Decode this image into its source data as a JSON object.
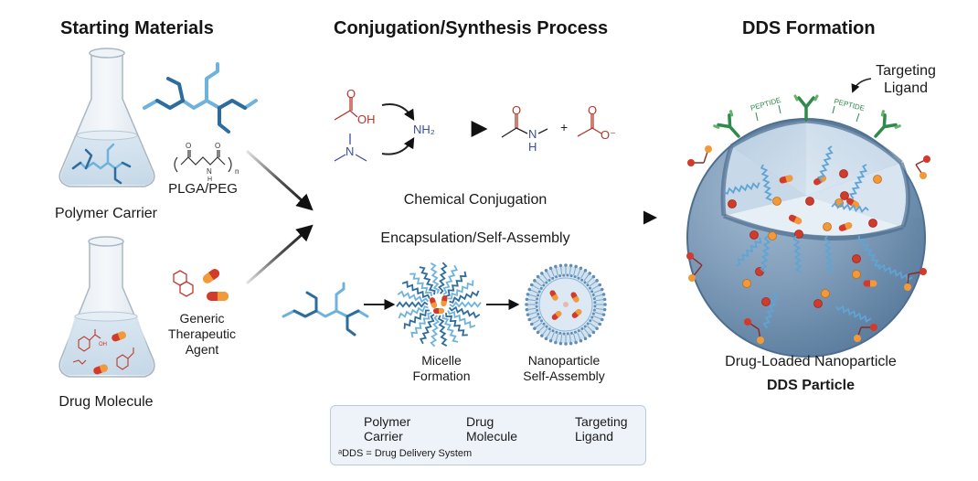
{
  "sections": {
    "starting_materials": {
      "title": "Starting Materials",
      "polymer_carrier_label": "Polymer Carrier",
      "polymer_formula_label": "PLGA/PEG",
      "polymer_formula_subscript": "n",
      "drug_molecule_label": "Drug Molecule",
      "therapeutic_agent_label": [
        "Generic",
        "Therapeutic",
        "Agent"
      ]
    },
    "process": {
      "title": "Conjugation/Synthesis Process",
      "reaction": {
        "reactant_acid_o": "O",
        "reactant_acid_oh": "OH",
        "reactant_amine_n": "N",
        "amine_group": "NH₂",
        "product_amide_o": "O",
        "product_amide_n": "N",
        "product_amide_h": "H",
        "plus": "+",
        "product_carboxylate_o": "O",
        "product_carboxylate_ominus": "O⁻"
      },
      "arrow_top_label": "Chemical Conjugation",
      "arrow_bottom_label": "Encapsulation/Self-Assembly",
      "micelle_label": [
        "Micelle",
        "Formation"
      ],
      "nanoparticle_label": [
        "Nanoparticle",
        "Self-Assembly"
      ]
    },
    "dds_formation": {
      "title": "DDS Formation",
      "targeting_ligand_callout": [
        "Targeting",
        "Ligand"
      ],
      "peptide_labels": [
        "PEPTIDE",
        "PEPTIDE"
      ],
      "particle_label": "Drug-Loaded Nanoparticle",
      "particle_sublabel": "DDS Particle"
    }
  },
  "legend": {
    "items": [
      {
        "icon": "polymer-carrier-circle-icon",
        "label": [
          "Polymer",
          "Carrier"
        ],
        "color": "#6f8fae"
      },
      {
        "icon": "drug-molecule-circle-icon",
        "label": [
          "Drug",
          "Molecule"
        ],
        "color": "#d9432f"
      },
      {
        "icon": "targeting-ligand-y-icon",
        "label": [
          "Targeting",
          "Ligand"
        ],
        "color": "#2f8a4c"
      }
    ],
    "footnote": "ᵃDDS = Drug Delivery System"
  },
  "colors": {
    "polymer_dark": "#2e6c9e",
    "polymer_light": "#6fb3dd",
    "drug_red": "#d23a2c",
    "drug_orange": "#f29a3a",
    "ligand_green": "#2f8a4c",
    "chem_red": "#b03a2e",
    "chem_blue": "#3a4f9e",
    "particle_shell": "#6f8fae"
  }
}
